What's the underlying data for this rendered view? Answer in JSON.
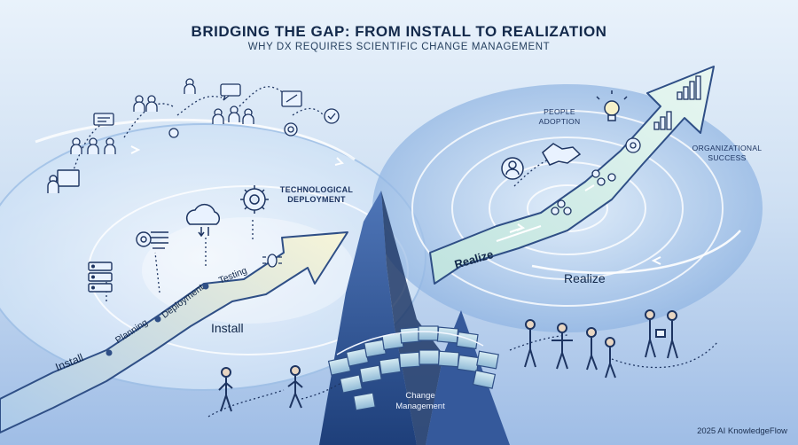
{
  "title": "BRIDGING THE GAP: FROM INSTALL TO REALIZATION",
  "subtitle": "WHY DX REQUIRES SCIENTIFIC CHANGE MANAGEMENT",
  "left": {
    "arrow_label": "Install",
    "steps": [
      "Planning",
      "Deployment",
      "Testing"
    ],
    "zone_label": "Install",
    "callout": [
      "TECHNOLOGICAL",
      "DEPLOYMENT"
    ]
  },
  "right": {
    "arrow_label": "Realize",
    "zone_label": "Realize",
    "callout_adoption": [
      "PEOPLE",
      "ADOPTION"
    ],
    "callout_success": [
      "ORGANIZATIONAL",
      "SUCCESS"
    ]
  },
  "bridge": {
    "label": [
      "Change",
      "Management"
    ]
  },
  "footer": "2025 AI KnowledgeFlow",
  "colors": {
    "arrow_fill": "#dff0ef",
    "arrow_stroke": "#2f4f86",
    "dark_blue": "#1d3461",
    "accent": "#3b6fc4"
  },
  "icons": [
    "server-icon",
    "document-gear-icon",
    "cloud-sync-icon",
    "gear-icon",
    "bug-icon",
    "team-icon",
    "presentation-icon",
    "chat-icon",
    "settings-icon",
    "person-icon",
    "handshake-icon",
    "lightbulb-icon",
    "bar-chart-icon"
  ]
}
